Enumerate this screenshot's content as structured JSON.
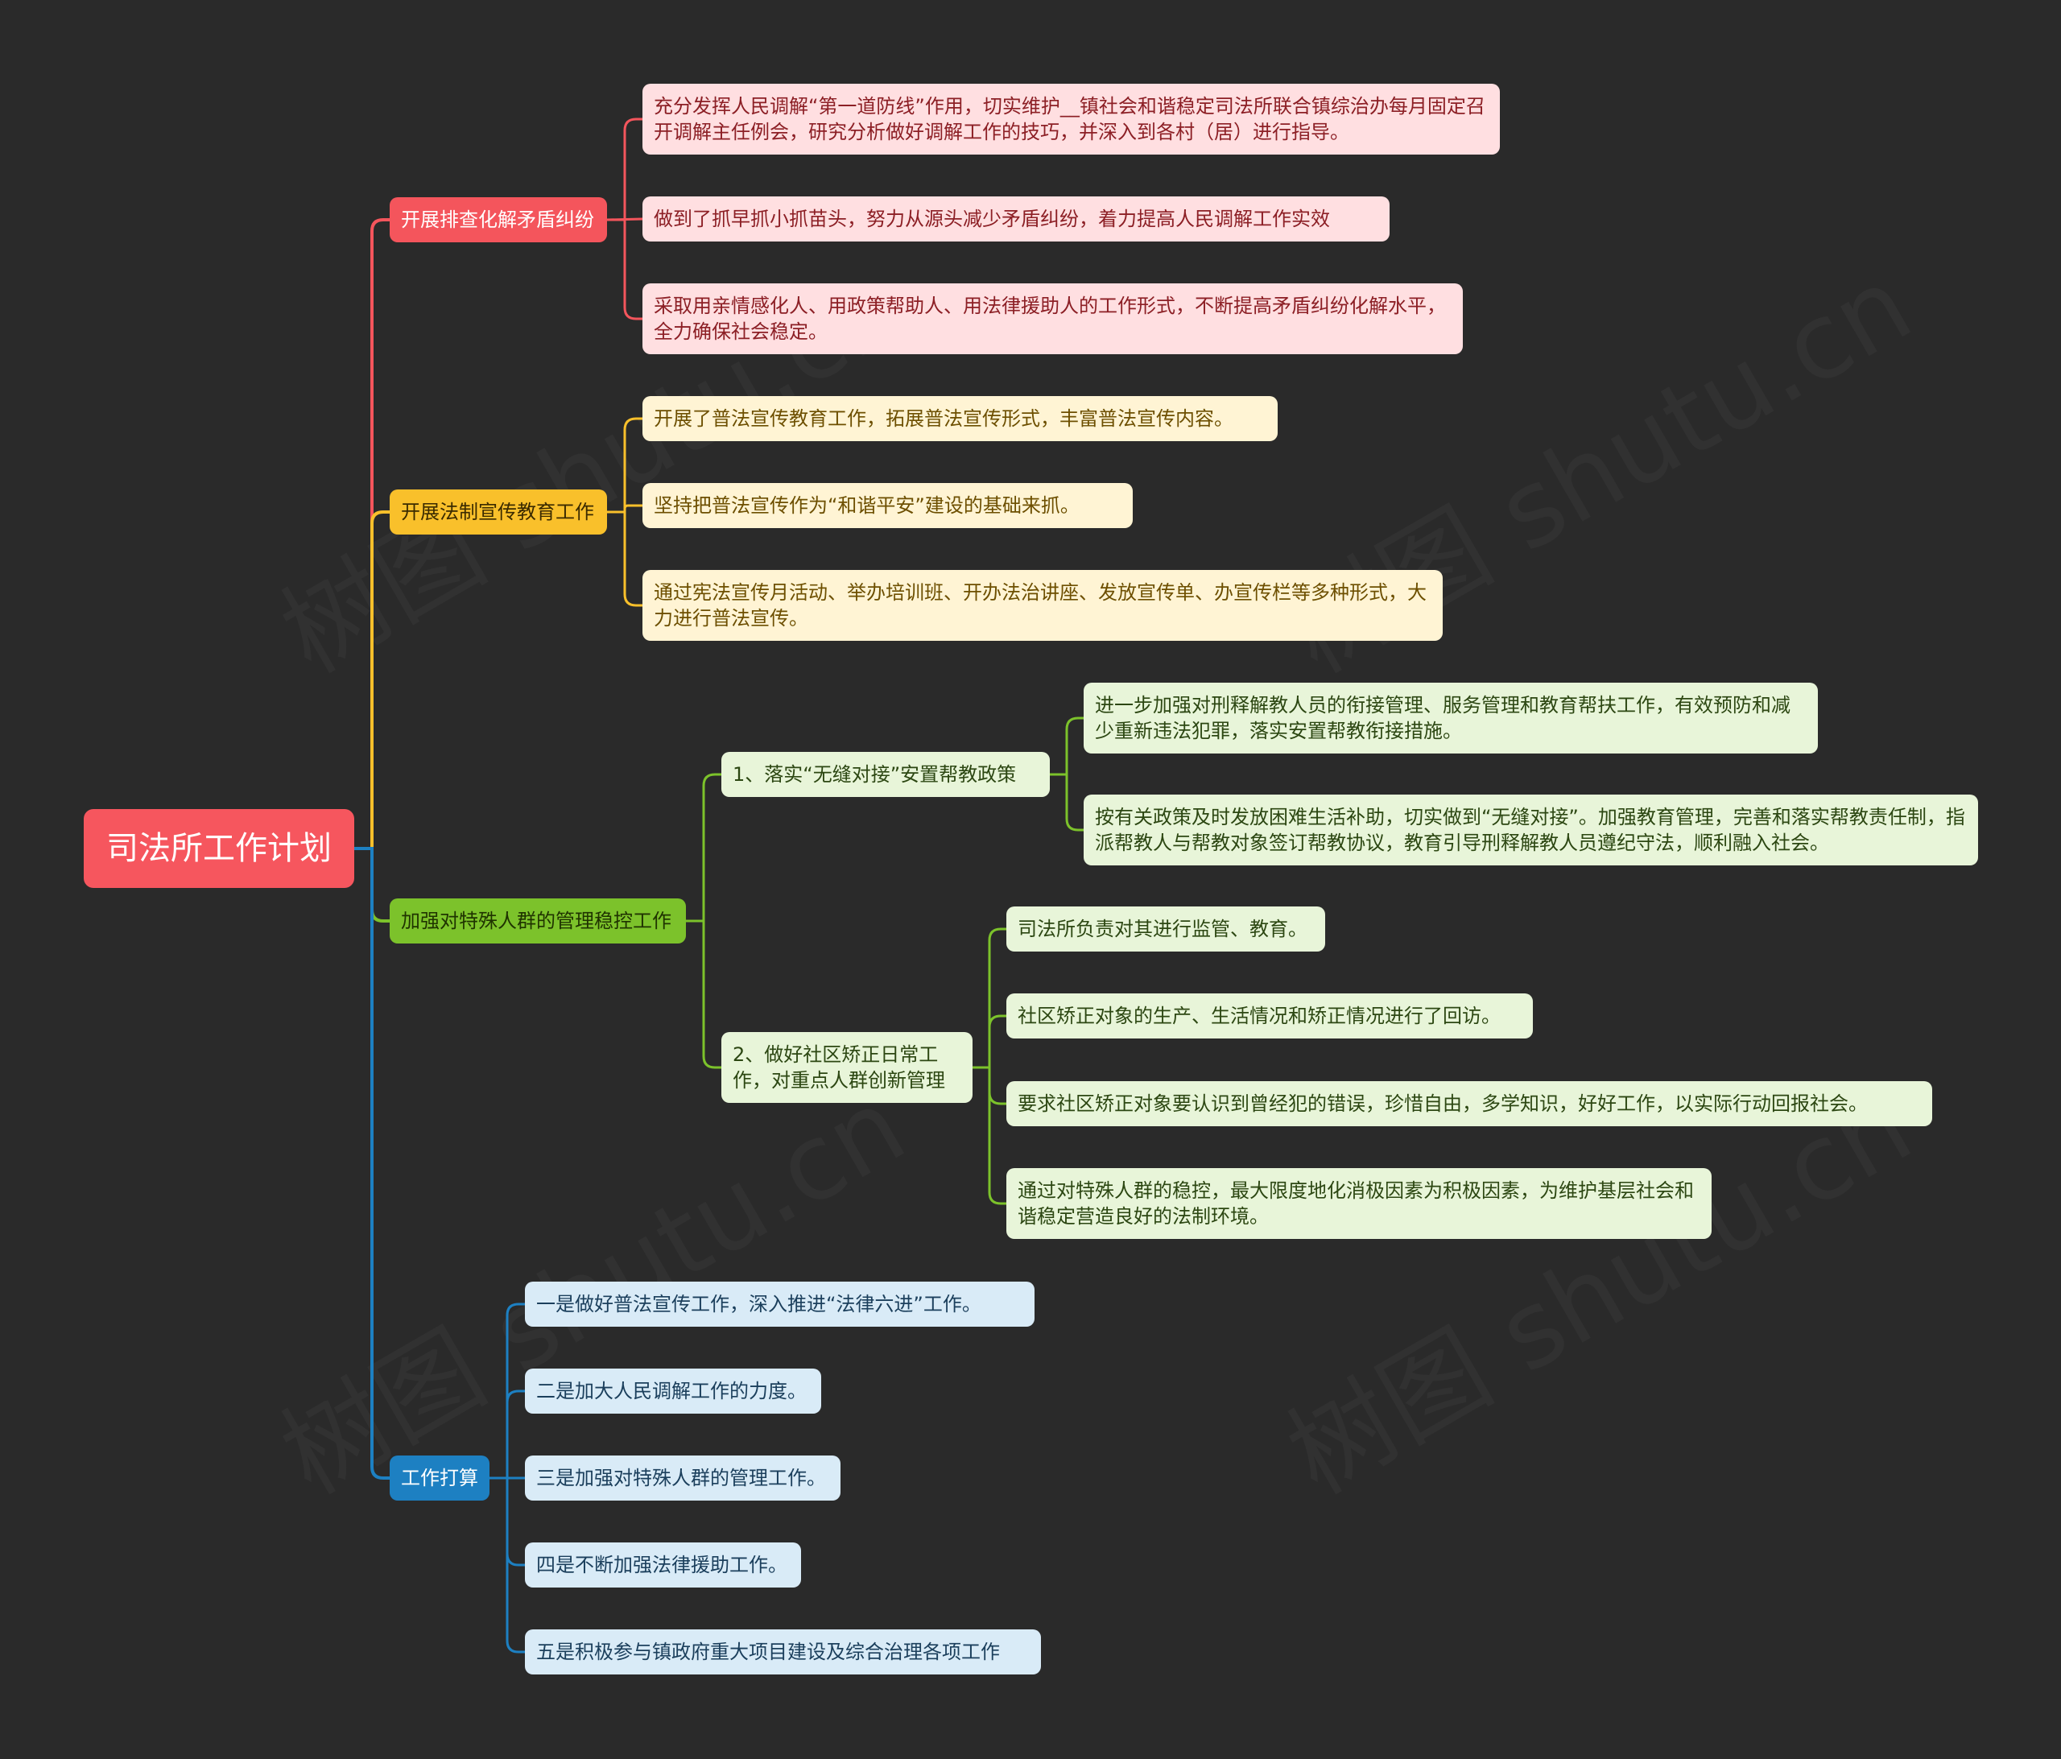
{
  "root": {
    "label": "司法所工作计划"
  },
  "branches": [
    {
      "label": "开展排查化解矛盾纠纷",
      "color": "#f4555c",
      "children": [
        "充分发挥人民调解“第一道防线”作用，切实维护__镇社会和谐稳定司法所联合镇综治办每月固定召开调解主任例会，研究分析做好调解工作的技巧，并深入到各村（居）进行指导。",
        "做到了抓早抓小抓苗头，努力从源头减少矛盾纠纷，着力提高人民调解工作实效",
        "采取用亲情感化人、用政策帮助人、用法律援助人的工作形式，不断提高矛盾纠纷化解水平，全力确保社会稳定。"
      ]
    },
    {
      "label": "开展法制宣传教育工作",
      "color": "#f9c02b",
      "children": [
        "开展了普法宣传教育工作，拓展普法宣传形式，丰富普法宣传内容。",
        "坚持把普法宣传作为“和谐平安”建设的基础来抓。",
        "通过宪法宣传月活动、举办培训班、开办法治讲座、发放宣传单、办宣传栏等多种形式，大力进行普法宣传。"
      ]
    },
    {
      "label": "加强对特殊人群的管理稳控工作",
      "color": "#7cc22b",
      "subs": [
        {
          "label": "1、落实“无缝对接”安置帮教政策",
          "children": [
            "进一步加强对刑释解教人员的衔接管理、服务管理和教育帮扶工作，有效预防和减少重新违法犯罪，落实安置帮教衔接措施。",
            "按有关政策及时发放困难生活补助，切实做到“无缝对接”。加强教育管理，完善和落实帮教责任制，指派帮教人与帮教对象签订帮教协议，教育引导刑释解教人员遵纪守法，顺利融入社会。"
          ]
        },
        {
          "label": "2、做好社区矫正日常工作，对重点人群创新管理",
          "children": [
            "司法所负责对其进行监管、教育。",
            "社区矫正对象的生产、生活情况和矫正情况进行了回访。",
            "要求社区矫正对象要认识到曾经犯的错误，珍惜自由，多学知识，好好工作，以实际行动回报社会。",
            "通过对特殊人群的稳控，最大限度地化消极因素为积极因素，为维护基层社会和谐稳定营造良好的法制环境。"
          ]
        }
      ]
    },
    {
      "label": "工作打算",
      "color": "#1d80c2",
      "children": [
        "一是做好普法宣传工作，深入推进“法律六进”工作。",
        "二是加大人民调解工作的力度。",
        "三是加强对特殊人群的管理工作。",
        "四是不断加强法律援助工作。",
        "五是积极参与镇政府重大项目建设及综合治理各项工作"
      ]
    }
  ]
}
